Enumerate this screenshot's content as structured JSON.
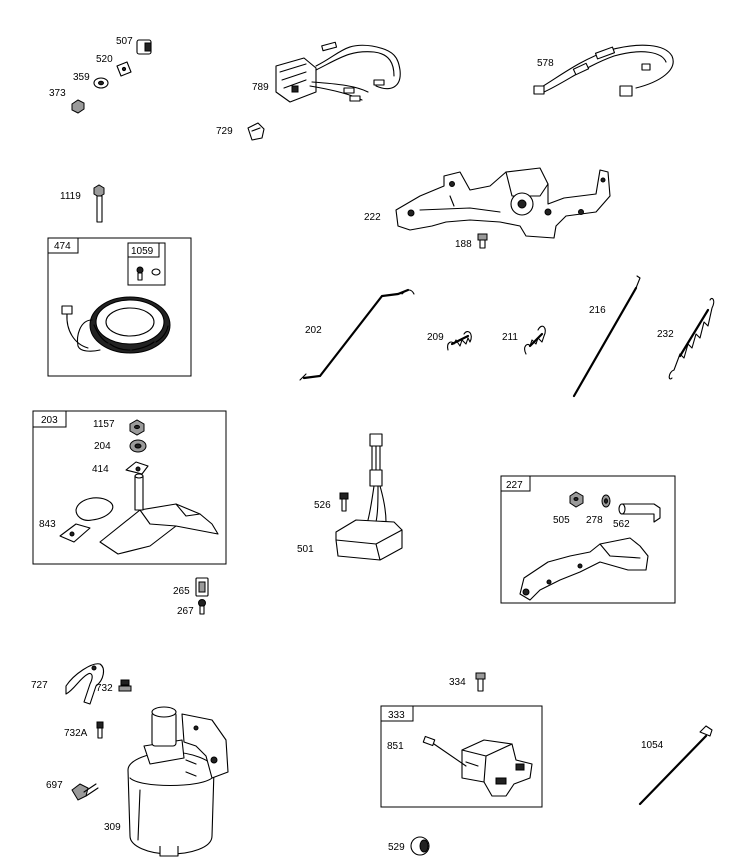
{
  "diagram": {
    "labels": {
      "p507": "507",
      "p520": "520",
      "p359": "359",
      "p373": "373",
      "p789": "789",
      "p729": "729",
      "p578": "578",
      "p1119": "1119",
      "p222": "222",
      "p188": "188",
      "p474": "474",
      "p1059": "1059",
      "p202": "202",
      "p209": "209",
      "p211": "211",
      "p216": "216",
      "p232": "232",
      "p203": "203",
      "p1157": "1157",
      "p204": "204",
      "p414": "414",
      "p843": "843",
      "p526": "526",
      "p501": "501",
      "p227": "227",
      "p505": "505",
      "p278": "278",
      "p562": "562",
      "p265": "265",
      "p267": "267",
      "p727": "727",
      "p732": "732",
      "p732A": "732A",
      "p697": "697",
      "p309": "309",
      "p334": "334",
      "p333": "333",
      "p851": "851",
      "p1054": "1054",
      "p529": "529"
    }
  }
}
